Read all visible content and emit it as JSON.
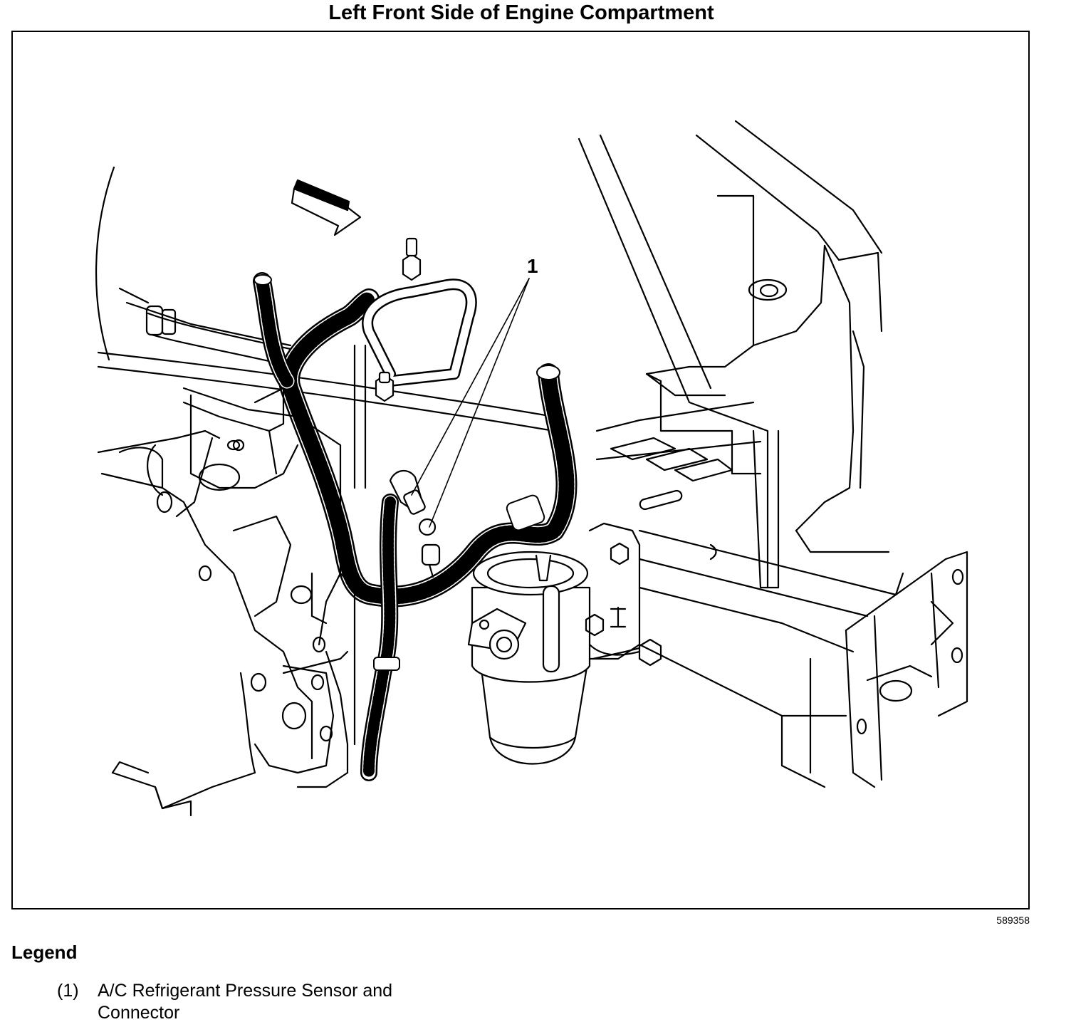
{
  "title": "Left Front Side of Engine Compartment",
  "figure_id": "589358",
  "callouts": [
    {
      "label": "1"
    }
  ],
  "legend": {
    "heading": "Legend",
    "items": [
      {
        "number": "(1)",
        "text": "A/C Refrigerant Pressure Sensor and Connector"
      }
    ]
  }
}
